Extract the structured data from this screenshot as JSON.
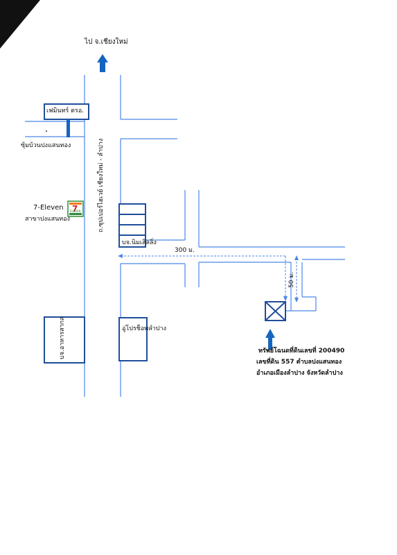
{
  "labels": {
    "to_city": "ไป จ.เชียงใหม่",
    "main_road": "ถ.ซุปเปอร์ไฮเวย์ เชียงใหม่ - ลำปาง",
    "dealer_sign": "เฟมินทร์ ตรอ.",
    "bus_shelter": "ซุ้มบ้วนปงแสนทอง",
    "seven_eleven": "7-Eleven",
    "seven_branch": "สาขาปงแสนทอง",
    "seven_logo_digit": "7",
    "seven_logo_word": "ELEVEN",
    "company_nim": "บจ.นิมเสิลลิ่ง",
    "distance_300": "300 ม.",
    "distance_50": "50 ม.",
    "garage": "อู่โปรช็อพลำปาง",
    "restaurant": "บจ.อาหารสากล",
    "property_line1": "ทรัพย์โฉนดที่ดินเลขที่  200490",
    "property_line2": "เลขที่ดิน  557  ตำบลปงแสนทอง",
    "property_line3": "อำเภอเมืองลำปาง  จังหวัดลำปาง"
  },
  "colors": {
    "road_line": "#4a86e8",
    "block_outline": "#1f4e9a",
    "arrow": "#1565c0",
    "seven_green": "#2e8b3a",
    "seven_orange": "#f07a1a",
    "seven_red": "#d6262b",
    "corner": "#111111"
  },
  "icons": {
    "north_arrow": "arrow-up-icon",
    "property_marker": "boxed-x-icon",
    "store_logo": "seven-eleven-logo-icon",
    "sign_post": "signpost-icon"
  }
}
